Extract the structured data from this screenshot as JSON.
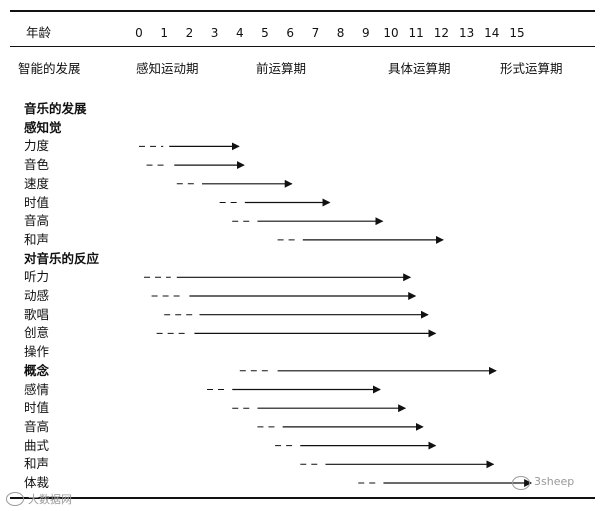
{
  "header": {
    "age_label": "年龄",
    "ages": [
      "0",
      "1",
      "2",
      "3",
      "4",
      "5",
      "6",
      "7",
      "8",
      "9",
      "10",
      "11",
      "12",
      "13",
      "14",
      "15"
    ],
    "stage_label": "智能的发展",
    "stages": [
      "感知运动期",
      "前运算期",
      "具体运算期",
      "形式运算期"
    ]
  },
  "rows": [
    {
      "label": "音乐的发展",
      "type": "heading"
    },
    {
      "label": "感知觉",
      "type": "heading"
    },
    {
      "label": "力度",
      "type": "item",
      "dash_start": 0.0,
      "solid_start": 1.2,
      "end": 4.0
    },
    {
      "label": "音色",
      "type": "item",
      "dash_start": 0.3,
      "solid_start": 1.4,
      "end": 4.2
    },
    {
      "label": "速度",
      "type": "item",
      "dash_start": 1.5,
      "solid_start": 2.5,
      "end": 6.1
    },
    {
      "label": "时值",
      "type": "item",
      "dash_start": 3.2,
      "solid_start": 4.2,
      "end": 7.6
    },
    {
      "label": "音高",
      "type": "item",
      "dash_start": 3.7,
      "solid_start": 4.7,
      "end": 9.7
    },
    {
      "label": "和声",
      "type": "item",
      "dash_start": 5.5,
      "solid_start": 6.5,
      "end": 12.1
    },
    {
      "label": "对音乐的反应",
      "type": "heading"
    },
    {
      "label": "听力",
      "type": "item",
      "dash_start": 0.2,
      "solid_start": 1.5,
      "end": 10.8
    },
    {
      "label": "动感",
      "type": "item",
      "dash_start": 0.5,
      "solid_start": 2.0,
      "end": 11.0
    },
    {
      "label": "歌唱",
      "type": "item",
      "dash_start": 1.0,
      "solid_start": 2.4,
      "end": 11.5
    },
    {
      "label": "创意",
      "type": "item",
      "dash_start": 0.7,
      "solid_start": 2.2,
      "end": 11.8
    },
    {
      "label": "操作",
      "type": "item"
    },
    {
      "label": "概念",
      "type": "heading"
    },
    {
      "label": "感情",
      "type": "item",
      "dash_start": 2.7,
      "solid_start": 3.7,
      "end": 9.6
    },
    {
      "label": "时值",
      "type": "item",
      "dash_start": 3.7,
      "solid_start": 4.7,
      "end": 10.6
    },
    {
      "label": "音高",
      "type": "item",
      "dash_start": 4.7,
      "solid_start": 5.7,
      "end": 11.3
    },
    {
      "label": "曲式",
      "type": "item",
      "dash_start": 5.4,
      "solid_start": 6.4,
      "end": 11.8
    },
    {
      "label": "和声",
      "type": "item",
      "dash_start": 6.4,
      "solid_start": 7.4,
      "end": 14.1
    },
    {
      "label": "体裁",
      "type": "item",
      "dash_start": 8.7,
      "solid_start": 9.7,
      "end": 15.6
    }
  ],
  "concept_heading_bar": {
    "dash_start": 4.0,
    "solid_start": 5.5,
    "end": 14.2
  },
  "watermarks": {
    "left": "大数据网",
    "right": "3sheep"
  }
}
